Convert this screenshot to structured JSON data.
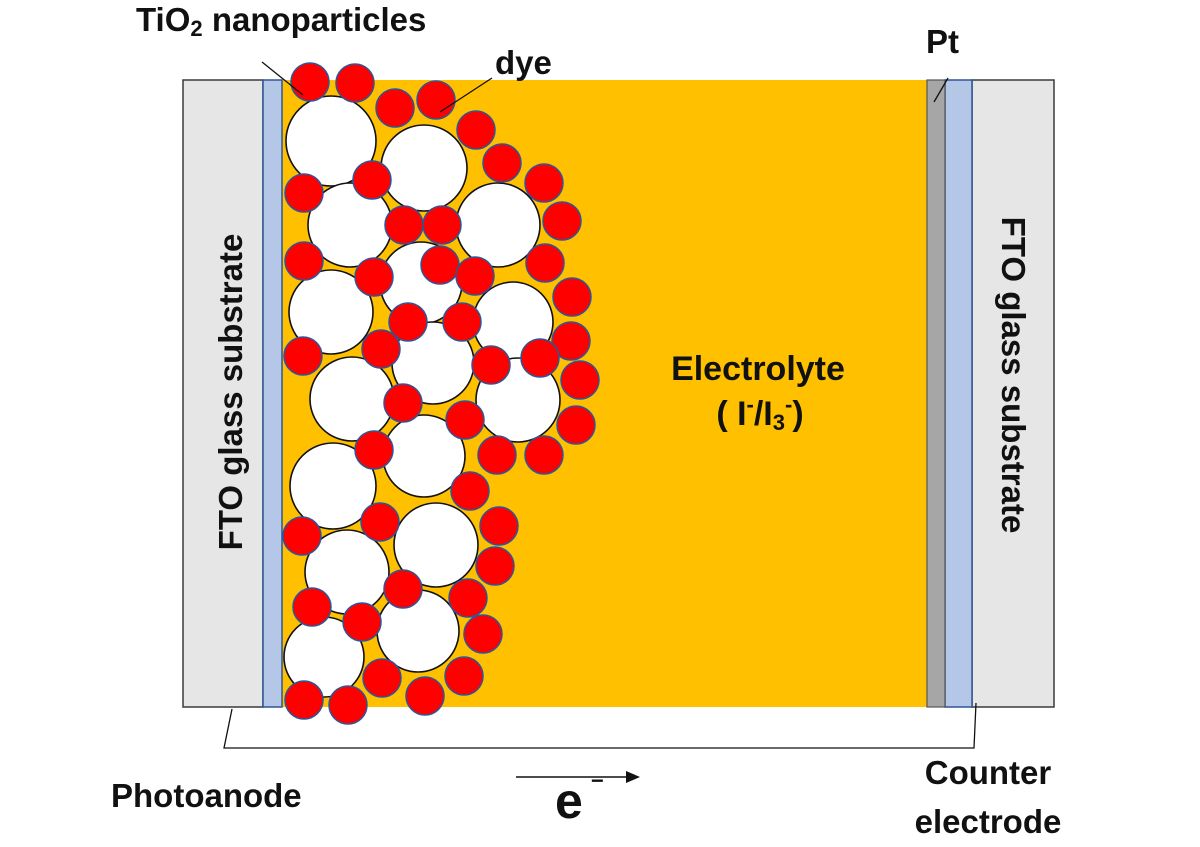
{
  "labels": {
    "tio2_prefix": "TiO",
    "tio2_sub": "2",
    "tio2_suffix": " nanoparticles",
    "dye": "dye",
    "pt": "Pt",
    "electrolyte": "Electrolyte",
    "electrolyte_open": "( I",
    "electrolyte_minus1": "-",
    "electrolyte_slash": "/I",
    "electrolyte_sub3": "3",
    "electrolyte_minus2": "-",
    "electrolyte_close": ")",
    "left_substrate": "FTO glass substrate",
    "right_substrate": "FTO glass substrate",
    "photoanode": "Photoanode",
    "counter_line1": "Counter",
    "counter_line2": "electrode",
    "electron": "e",
    "electron_sup": "−"
  },
  "colors": {
    "substrate": "#e6e6e6",
    "fto_layer": "#b4c7e7",
    "electrolyte": "#ffc000",
    "platinum": "#a6a6a6",
    "particle": "#ffffff",
    "dye": "#ff0000",
    "dye_outline": "#2f5597"
  }
}
